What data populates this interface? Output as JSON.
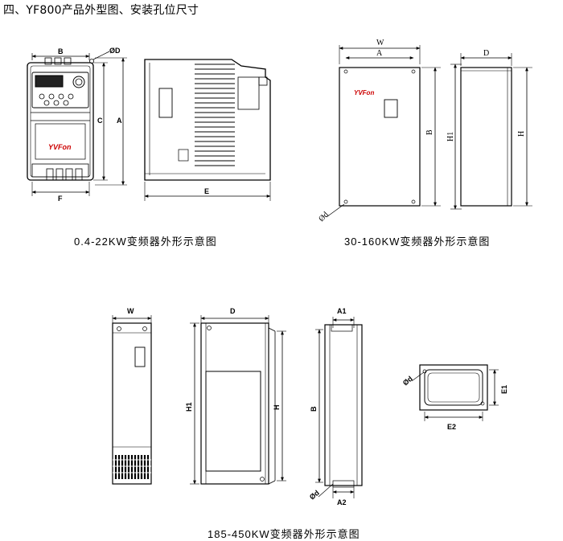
{
  "heading": "四、YF800产品外型图、安装孔位尺寸",
  "brand": "YVFon",
  "captions": {
    "small": "0.4-22KW变频器外形示意图",
    "mid": "30-160KW变频器外形示意图",
    "large": "185-450KW变频器外形示意图"
  },
  "fig1": {
    "B": "B",
    "OD": "ØD",
    "C": "C",
    "A": "A",
    "F": "F",
    "E": "E"
  },
  "fig2": {
    "W": "W",
    "A": "A",
    "B": "B",
    "H1": "H1",
    "D": "D",
    "H": "H",
    "od": "Ød"
  },
  "fig3": {
    "W": "W",
    "D": "D",
    "H1": "H1",
    "H": "H",
    "A1": "A1",
    "B": "B",
    "A2": "A2",
    "od": "Ød",
    "E1": "E1",
    "E2": "E2"
  }
}
